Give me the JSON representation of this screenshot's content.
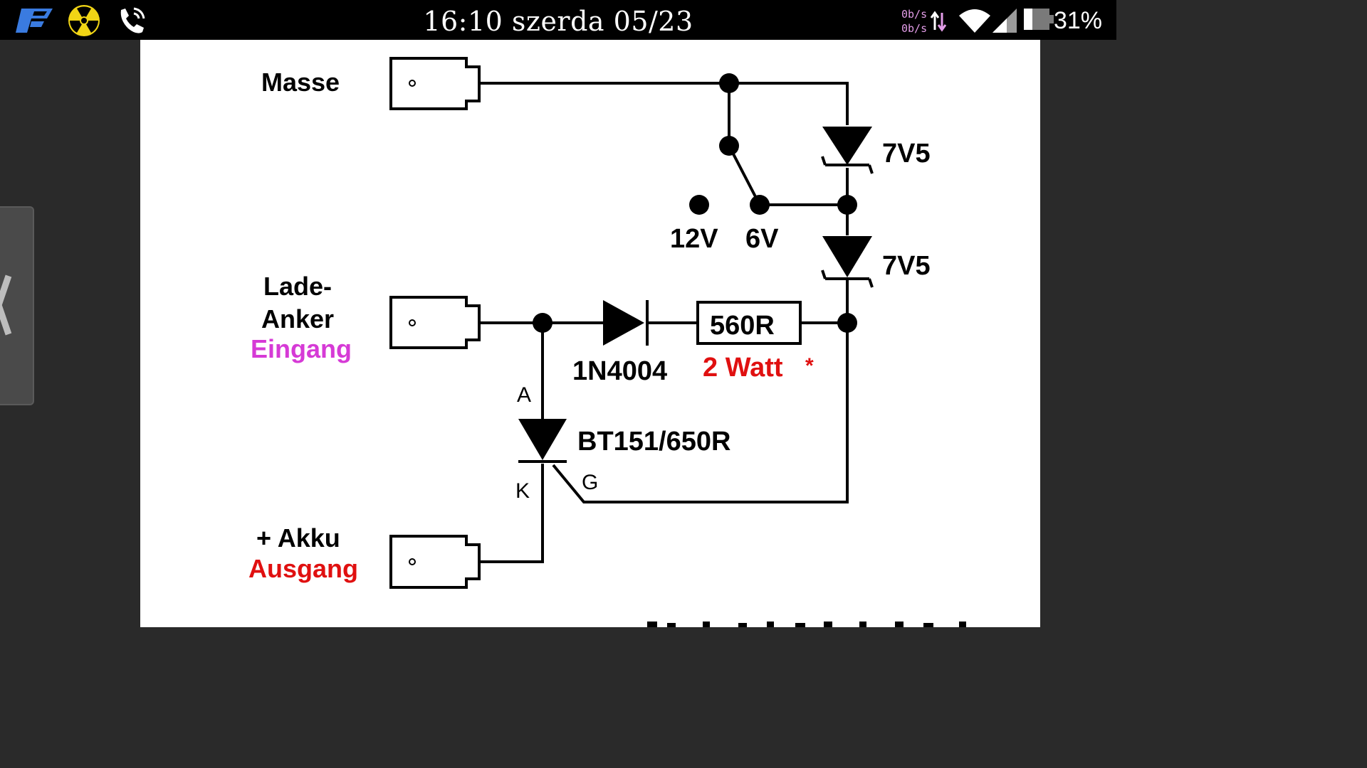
{
  "status_bar": {
    "time_date": "16:10 szerda 05/23",
    "net_up": "0b/s",
    "net_down": "0b/s",
    "battery": "31%",
    "icons": [
      "app-logo-icon",
      "radiation-icon",
      "phone-call-icon",
      "data-transfer-icon",
      "wifi-icon",
      "signal-icon",
      "battery-icon"
    ]
  },
  "schematic": {
    "terminals": {
      "masse": "Masse",
      "lade": "Lade-",
      "anker": "Anker",
      "eingang": "Eingang",
      "akku": "+ Akku",
      "ausgang": "Ausgang"
    },
    "components": {
      "zener_top": "7V5",
      "zener_bottom": "7V5",
      "switch_12v": "12V",
      "switch_6v": "6V",
      "diode": "1N4004",
      "resistor": "560R",
      "resistor_power": "2 Watt",
      "asterisk": "*",
      "thyristor": "BT151/650R",
      "pin_a": "A",
      "pin_k": "K",
      "pin_g": "G"
    },
    "colors": {
      "eingang": "#d63ad6",
      "ausgang": "#e01010",
      "watt": "#e01010",
      "wire": "#000000"
    }
  }
}
